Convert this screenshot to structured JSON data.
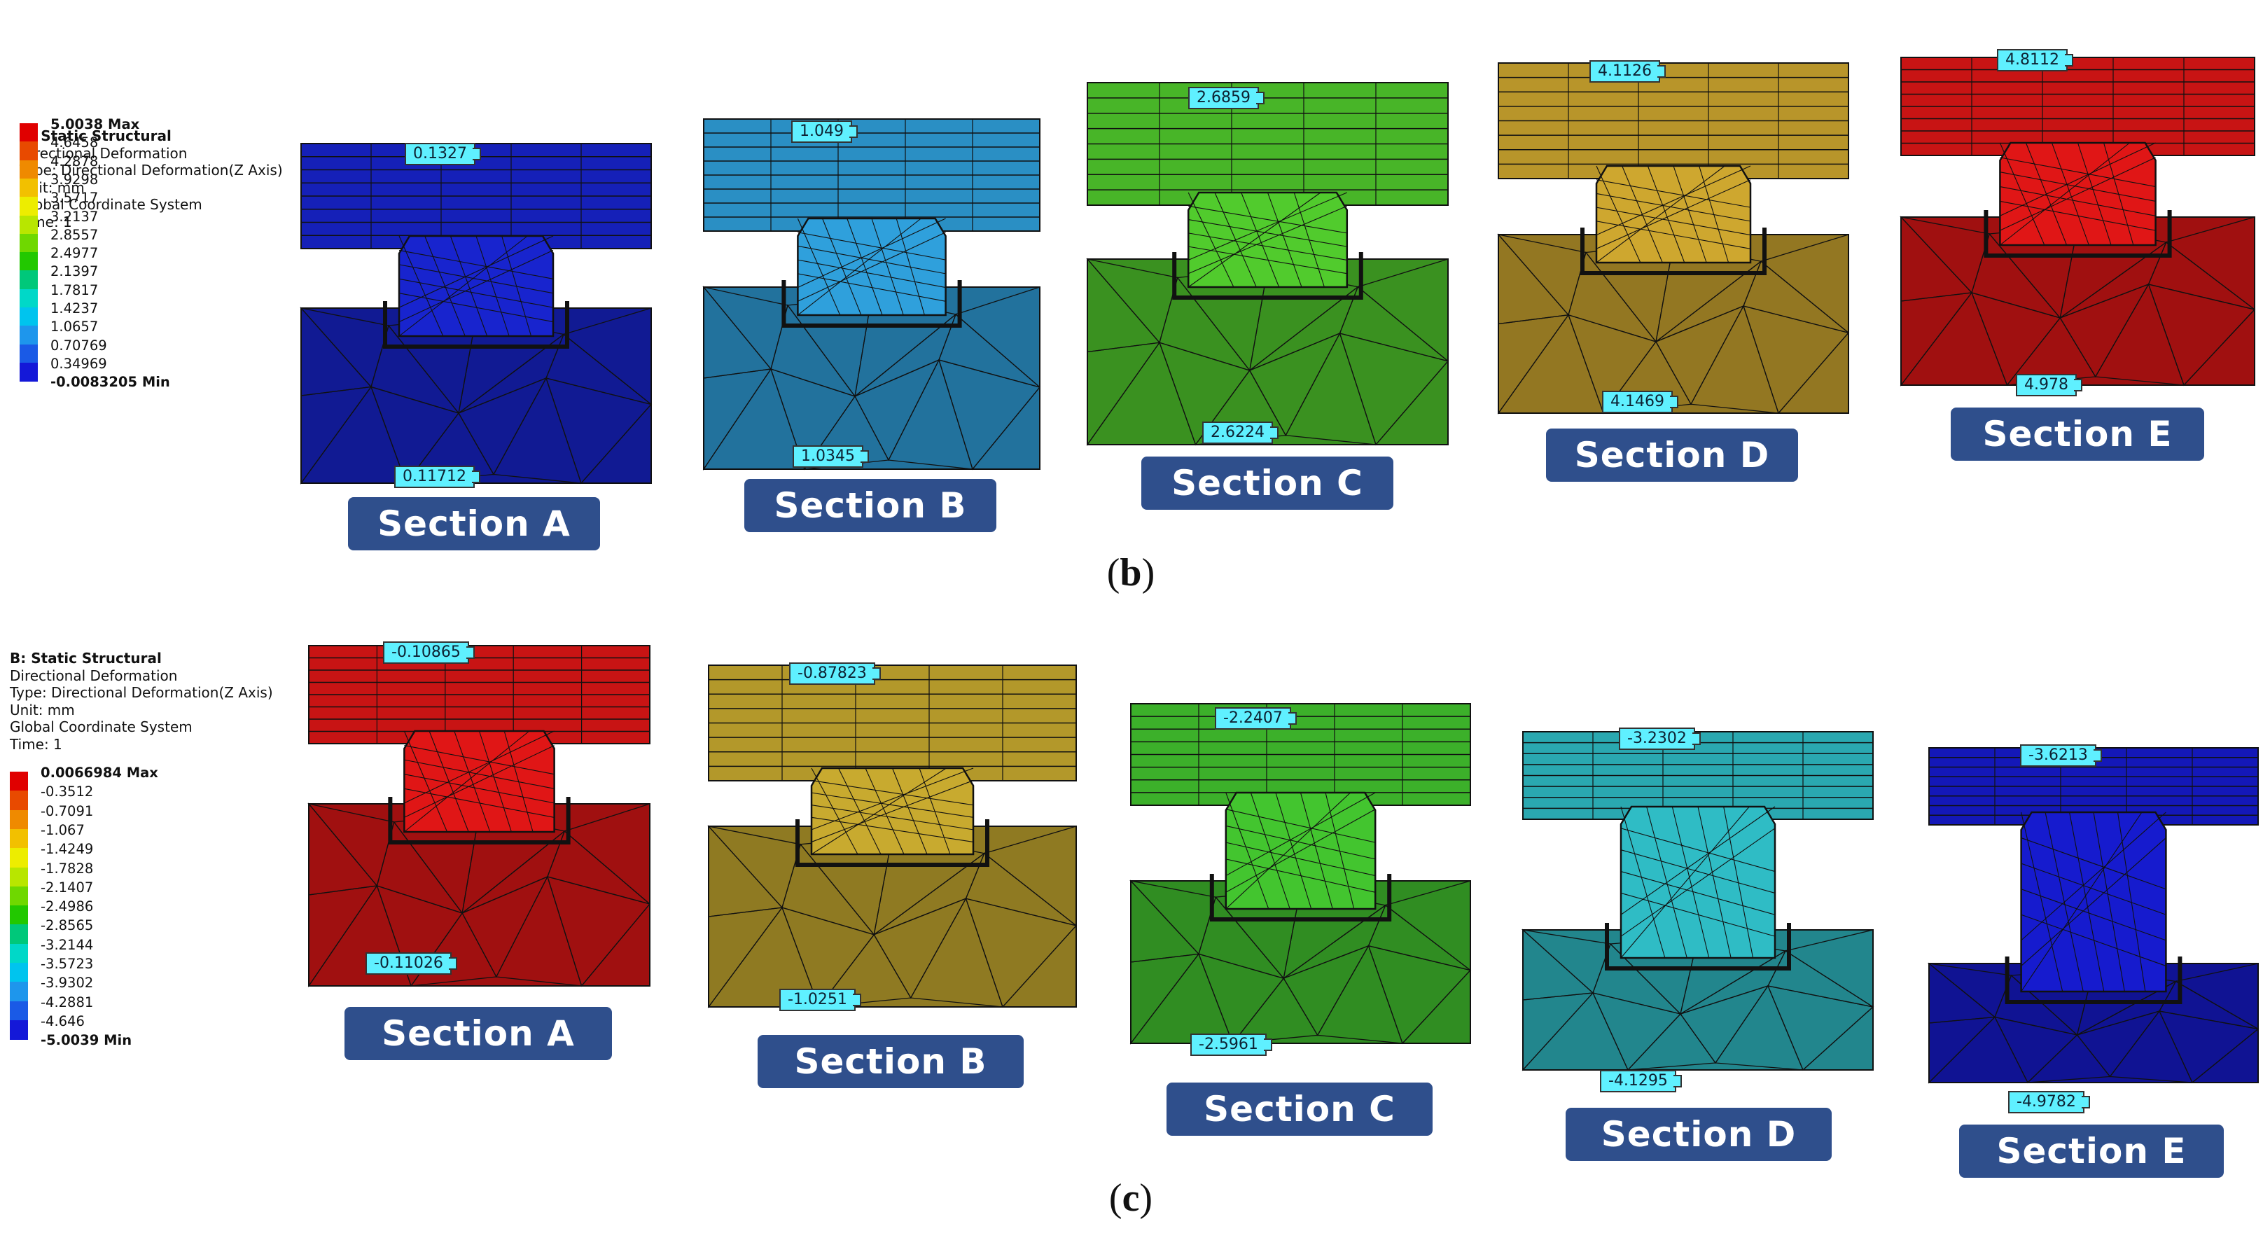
{
  "panels": [
    {
      "id": "b",
      "caption_letter": "b",
      "legend": {
        "title": "B: Static Structural",
        "lines": [
          "Directional Deformation",
          "Type: Directional Deformation(Z Axis)",
          "Unit: mm",
          "Global Coordinate System",
          "Time: 1"
        ],
        "ticks": [
          "5.0038 Max",
          "4.6458",
          "4.2878",
          "3.9298",
          "3.5717",
          "3.2137",
          "2.8557",
          "2.4977",
          "2.1397",
          "1.7817",
          "1.4237",
          "1.0657",
          "0.70769",
          "0.34969",
          "-0.0083205 Min"
        ]
      },
      "sections": [
        {
          "label": "Section A",
          "top_probe": "0.1327",
          "bottom_probe": "0.11712",
          "color": "#1520b8"
        },
        {
          "label": "Section B",
          "top_probe": "1.049",
          "bottom_probe": "1.0345",
          "color": "#2a8fc4"
        },
        {
          "label": "Section C",
          "top_probe": "2.6859",
          "bottom_probe": "2.6224",
          "color": "#48b528"
        },
        {
          "label": "Section D",
          "top_probe": "4.1126",
          "bottom_probe": "4.1469",
          "color": "#b8952a"
        },
        {
          "label": "Section E",
          "top_probe": "4.8112",
          "bottom_probe": "4.978",
          "color": "#c81414"
        }
      ]
    },
    {
      "id": "c",
      "caption_letter": "c",
      "legend": {
        "title": "B: Static Structural",
        "lines": [
          "Directional Deformation",
          "Type: Directional Deformation(Z Axis)",
          "Unit: mm",
          "Global Coordinate System",
          "Time: 1"
        ],
        "ticks": [
          "0.0066984 Max",
          "-0.3512",
          "-0.7091",
          "-1.067",
          "-1.4249",
          "-1.7828",
          "-2.1407",
          "-2.4986",
          "-2.8565",
          "-3.2144",
          "-3.5723",
          "-3.9302",
          "-4.2881",
          "-4.646",
          "-5.0039 Min"
        ]
      },
      "sections": [
        {
          "label": "Section A",
          "top_probe": "-0.10865",
          "bottom_probe": "-0.11026",
          "color": "#c81414"
        },
        {
          "label": "Section B",
          "top_probe": "-0.87823",
          "bottom_probe": "-1.0251",
          "color": "#b3982a"
        },
        {
          "label": "Section C",
          "top_probe": "-2.2407",
          "bottom_probe": "-2.5961",
          "color": "#3cb02a"
        },
        {
          "label": "Section D",
          "top_probe": "-3.2302",
          "bottom_probe": "-4.1295",
          "color": "#2aa8b0"
        },
        {
          "label": "Section E",
          "top_probe": "-3.6213",
          "bottom_probe": "-4.9782",
          "color": "#1418b8"
        }
      ]
    }
  ],
  "legend_colors": [
    "#e00000",
    "#e84a00",
    "#ef8a00",
    "#f2c000",
    "#eded00",
    "#b8e600",
    "#6fd800",
    "#22c800",
    "#00c87a",
    "#00d8c8",
    "#00c4ee",
    "#1e96ec",
    "#1a5ae6",
    "#1418d8"
  ]
}
